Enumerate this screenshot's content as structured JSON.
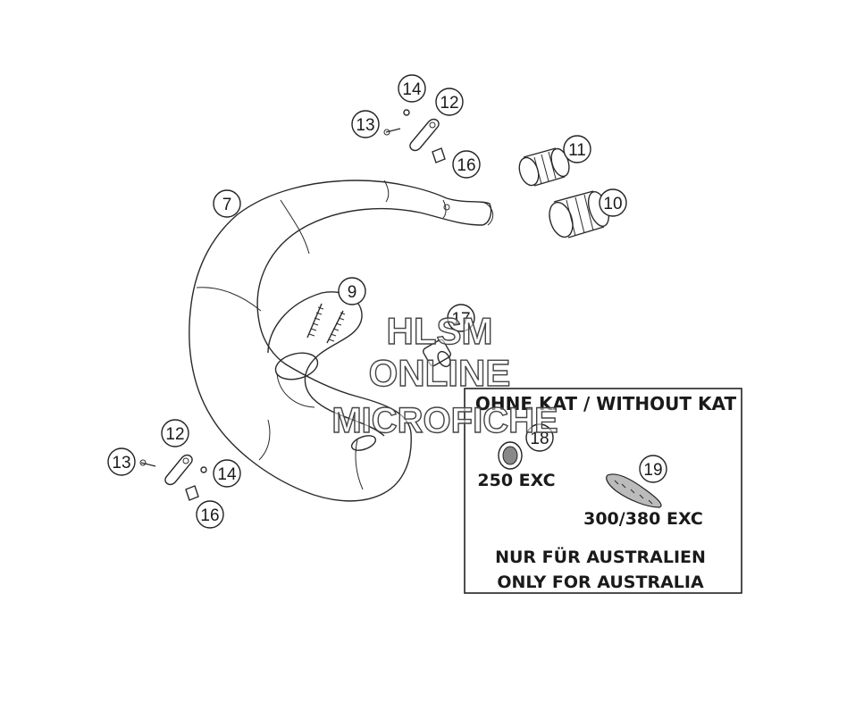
{
  "callouts": [
    {
      "id": "callout-7",
      "label": "7"
    },
    {
      "id": "callout-9",
      "label": "9"
    },
    {
      "id": "callout-10",
      "label": "10"
    },
    {
      "id": "callout-11",
      "label": "11"
    },
    {
      "id": "callout-12-top",
      "label": "12"
    },
    {
      "id": "callout-13-top",
      "label": "13"
    },
    {
      "id": "callout-14-top",
      "label": "14"
    },
    {
      "id": "callout-16-top",
      "label": "16"
    },
    {
      "id": "callout-17",
      "label": "17"
    },
    {
      "id": "callout-12-bottom",
      "label": "12"
    },
    {
      "id": "callout-13-bottom",
      "label": "13"
    },
    {
      "id": "callout-14-bottom",
      "label": "14"
    },
    {
      "id": "callout-16-bottom",
      "label": "16"
    },
    {
      "id": "callout-18",
      "label": "18"
    },
    {
      "id": "callout-19",
      "label": "19"
    }
  ],
  "kat_box": {
    "title": "OHNE KAT / WITHOUT KAT",
    "label_250": "250 EXC",
    "label_300": "300/380 EXC",
    "note_de": "NUR FÜR AUSTRALIEN",
    "note_en": "ONLY FOR AUSTRALIA"
  },
  "watermark": {
    "line1": "HLSM",
    "line2": "ONLINE",
    "line3": "MICROFICHE"
  }
}
